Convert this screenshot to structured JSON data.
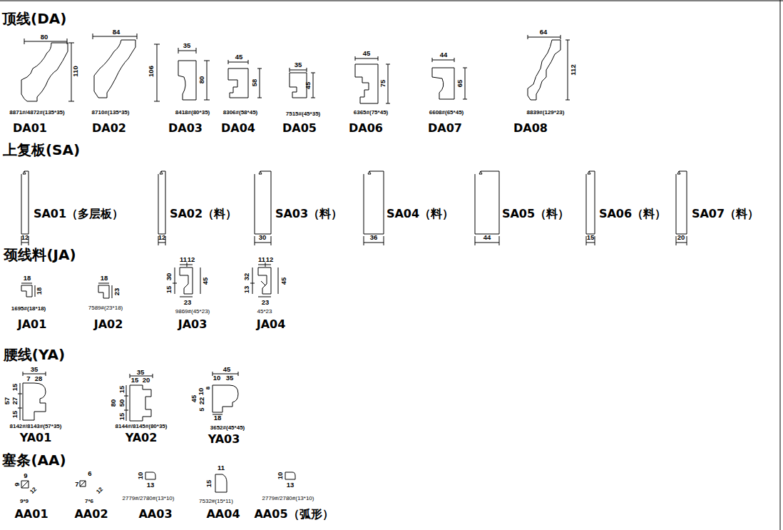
{
  "diagram": {
    "labels": [
      "顶线(DA)",
      "80",
      "110",
      "84",
      "106",
      "35",
      "80",
      "45",
      "58",
      "35",
      "45",
      "45",
      "75",
      "44",
      "65",
      "64",
      "112",
      "8871#/4872#(135*35)",
      "8710#(135*35)",
      "8418#(80*35)",
      "8306#(58*45)",
      "7515#(45*35)",
      "6365#(75*45)",
      "6608#(65*45)",
      "8839#(129*23)",
      "DA01",
      "DA02",
      "DA03",
      "DA04",
      "DA05",
      "DA06",
      "DA07",
      "DA08",
      "上复板(SA)",
      "SA01（多层板）",
      "12",
      "SA02（料）",
      "12",
      "SA03（料）",
      "30",
      "SA04（料）",
      "36",
      "SA05（料）",
      "44",
      "SA06（料）",
      "15",
      "SA07（料）",
      "20",
      "颈线料(JA)",
      "18",
      "18",
      "1695#(18*18)",
      "JA01",
      "18",
      "23",
      "7589#(23*18)",
      "JA02",
      "11",
      "12",
      "30",
      "15",
      "45",
      "23",
      "9869#(45*23)",
      "JA03",
      "11",
      "12",
      "32",
      "13",
      "45",
      "23",
      "45*23",
      "JA04",
      "腰线(YA)",
      "35",
      "7",
      "28",
      "57",
      "15",
      "27",
      "15",
      "8142#/8143#(57*35)",
      "YA01",
      "35",
      "15",
      "20",
      "80",
      "15",
      "50",
      "15",
      "8144#/8145#(80*35)",
      "YA02",
      "45",
      "10",
      "35",
      "45",
      "5",
      "22",
      "10",
      "8",
      "18",
      "3652#(45*45)",
      "YA03",
      "塞条(AA)",
      "9",
      "9",
      "12",
      "9*9",
      "AA01",
      "6",
      "7",
      "12",
      "7*6",
      "AA02",
      "10",
      "13",
      "2779#/2780#(13*10)",
      "AA03",
      "11",
      "15",
      "7532#(15*11)",
      "AA04",
      "10",
      "13",
      "2779#/2780#(13*10)",
      "AA05（弧形）"
    ]
  }
}
